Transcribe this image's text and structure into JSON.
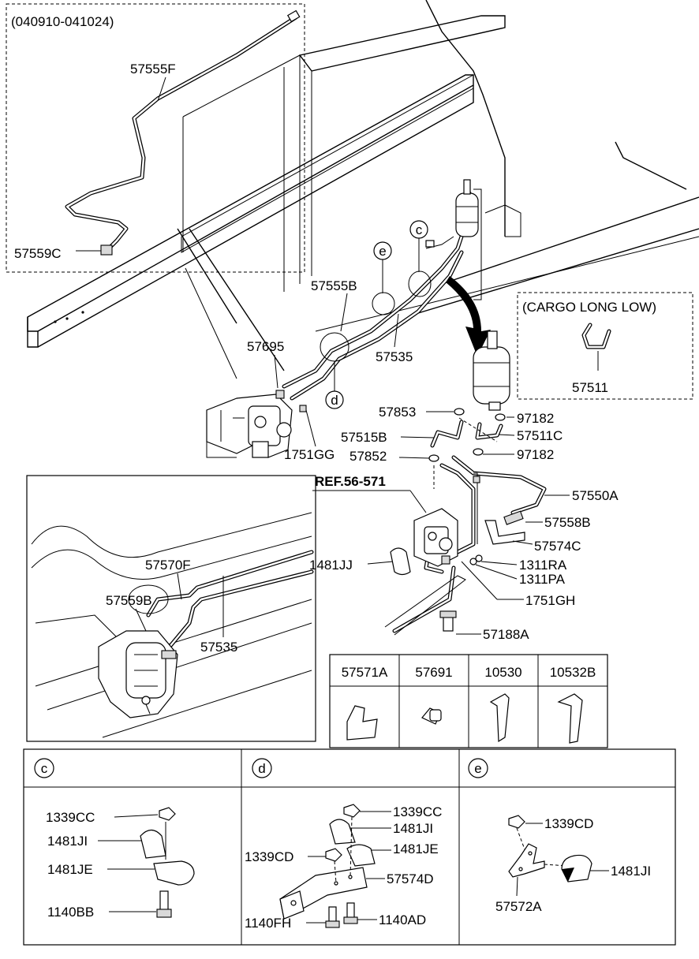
{
  "variants": {
    "top_left": "(040910-041024)",
    "cargo": "(CARGO LONG LOW)"
  },
  "ref_label": "REF.56-571",
  "main_labels": {
    "p57555F": "57555F",
    "p57559C": "57559C",
    "p57555B": "57555B",
    "p57695": "57695",
    "p57535": "57535",
    "p57853": "57853",
    "p97182a": "97182",
    "p57515B": "57515B",
    "p57511C": "57511C",
    "p57852": "57852",
    "p97182b": "97182",
    "p57511": "57511",
    "p1751GG": "1751GG",
    "p57550A": "57550A",
    "p57558B": "57558B",
    "p57574C": "57574C",
    "p1481JJ": "1481JJ",
    "p1311RA": "1311RA",
    "p1311PA": "1311PA",
    "p1751GH": "1751GH",
    "p57188A": "57188A"
  },
  "callouts": {
    "c": "c",
    "d": "d",
    "e": "e"
  },
  "inset_labels": {
    "p57570F": "57570F",
    "p57559B": "57559B",
    "p57535": "57535"
  },
  "parts_table": {
    "headers": [
      "57571A",
      "57691",
      "10530",
      "10532B"
    ]
  },
  "detail_c": {
    "letter": "c",
    "labels": [
      "1339CC",
      "1481JI",
      "1481JE",
      "1140BB"
    ]
  },
  "detail_d": {
    "letter": "d",
    "labels": [
      "1339CC",
      "1481JI",
      "1481JE",
      "1339CD",
      "57574D",
      "1140FH",
      "1140AD"
    ]
  },
  "detail_e": {
    "letter": "e",
    "labels": [
      "1339CD",
      "1481JI",
      "57572A"
    ]
  }
}
